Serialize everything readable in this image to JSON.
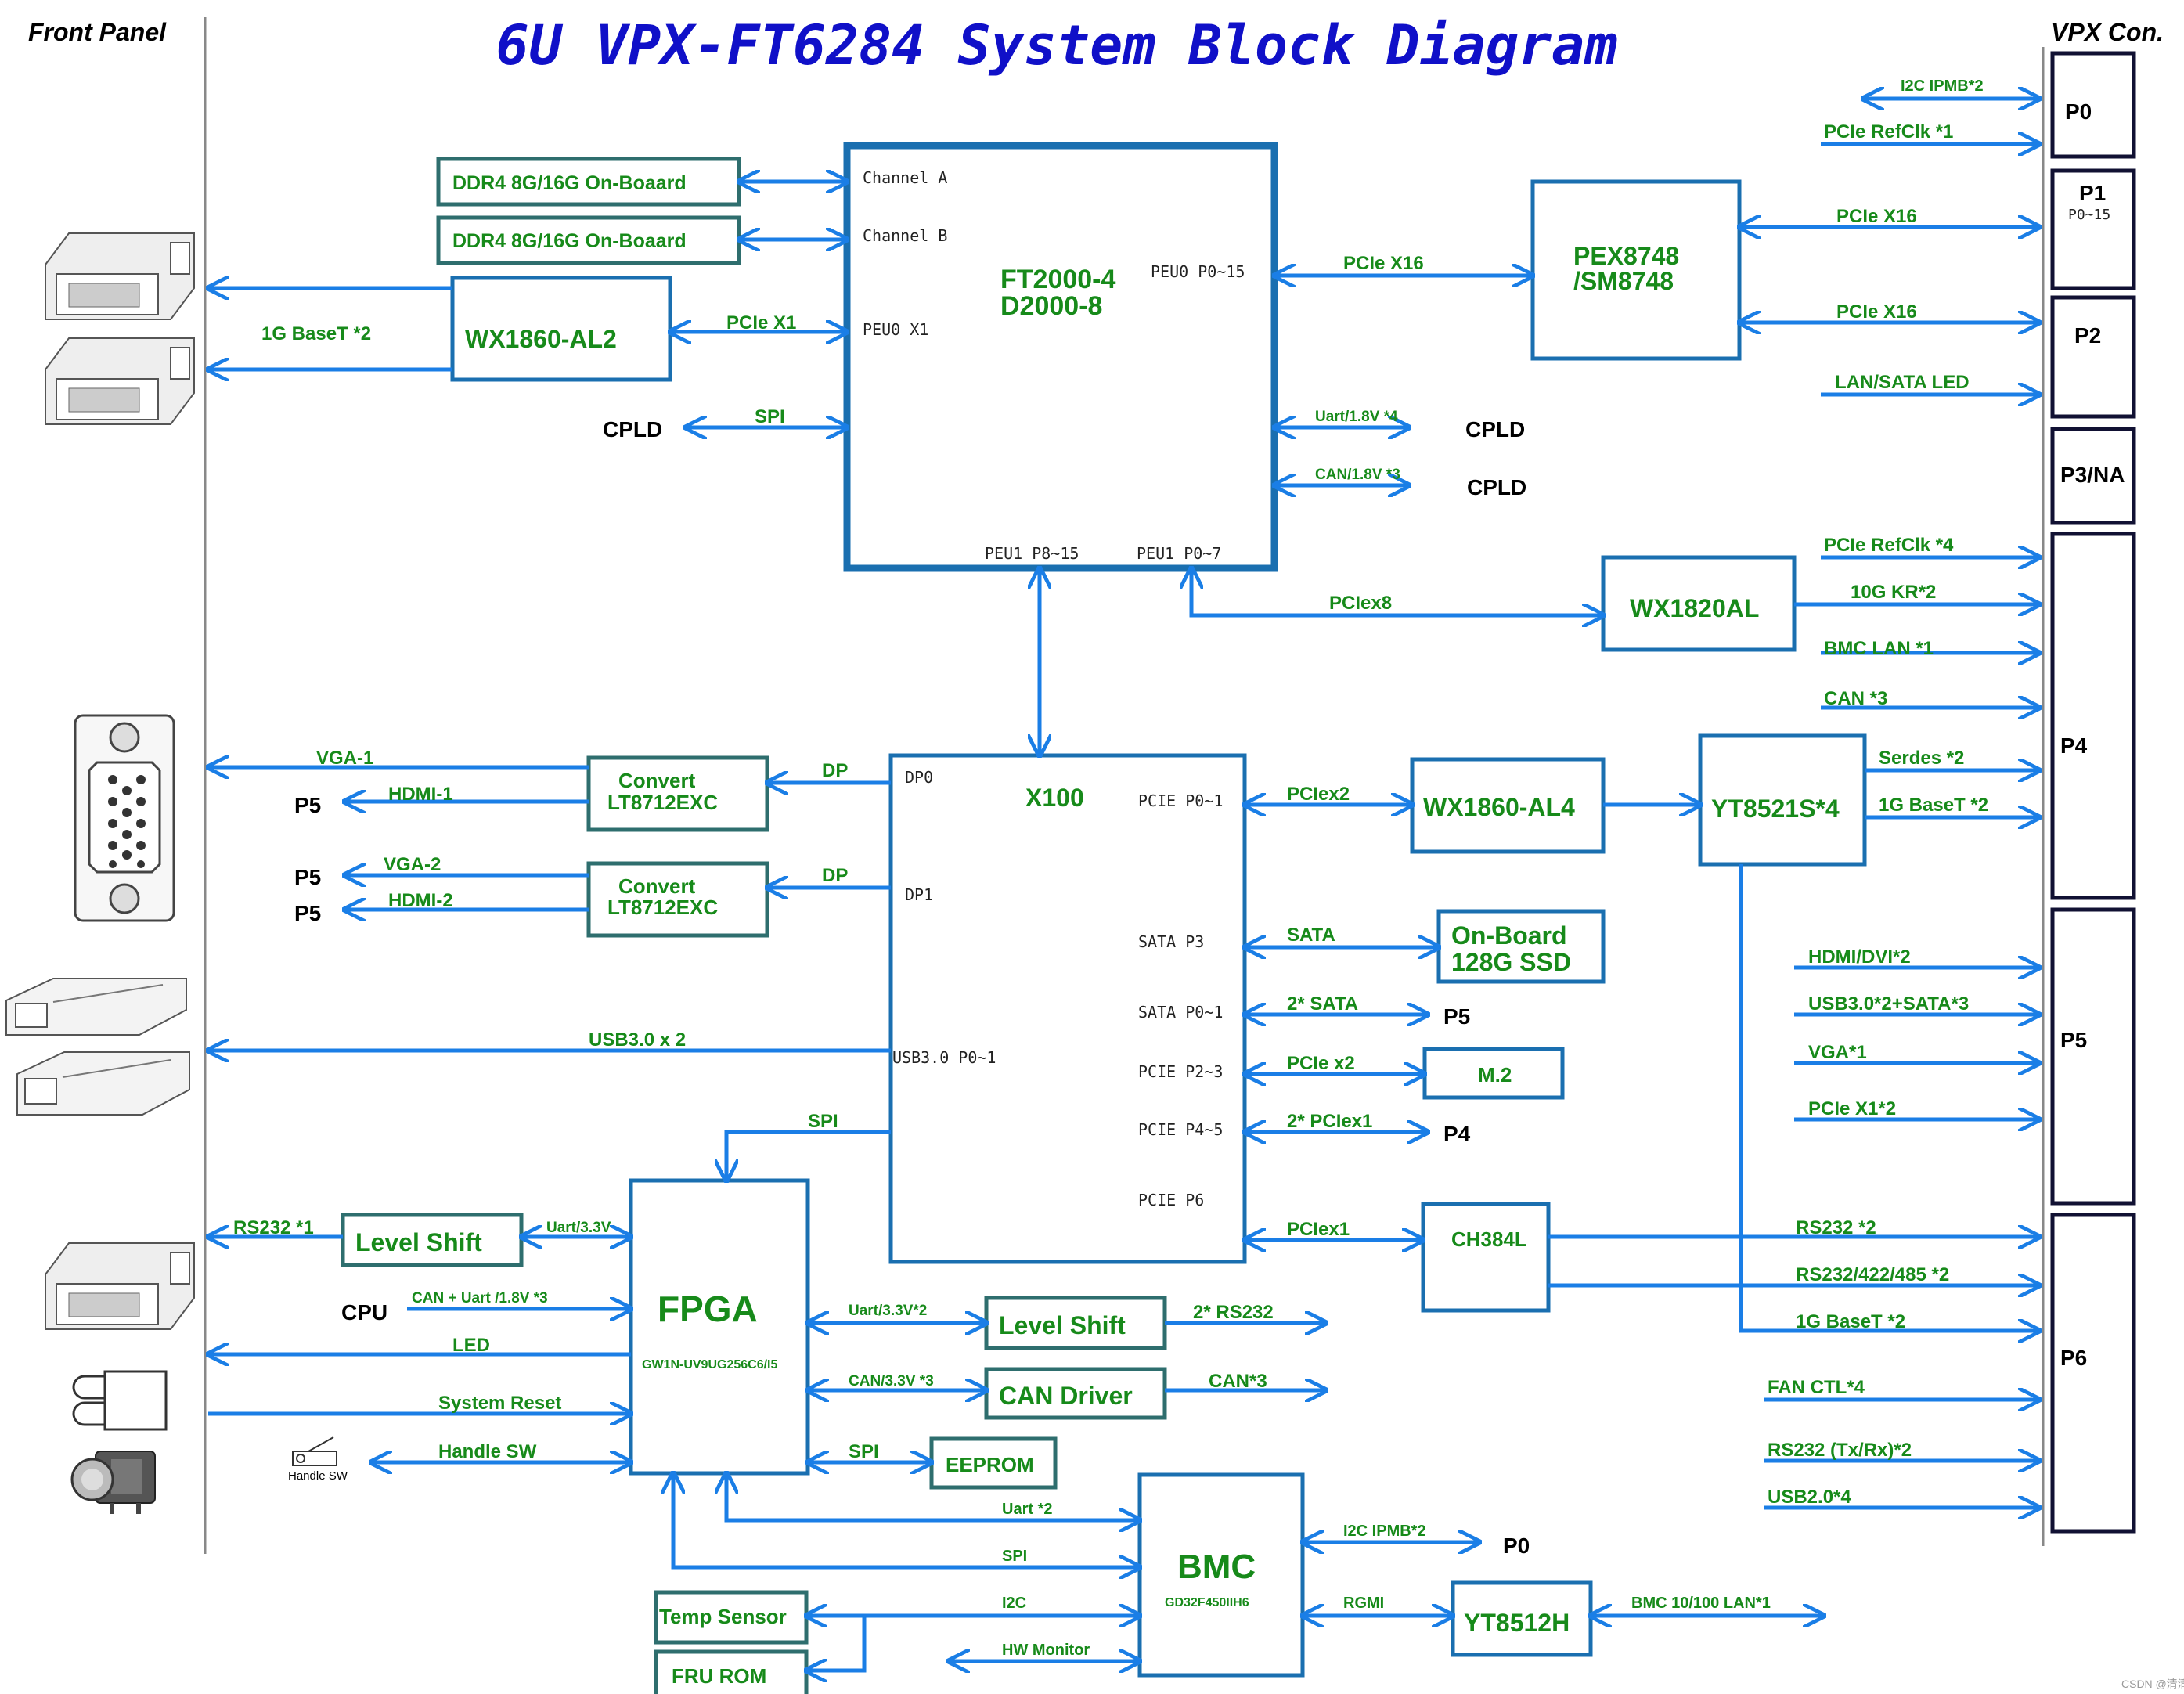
{
  "title": "6U VPX-FT6284 System Block Diagram",
  "front_panel_label": "Front Panel",
  "vpx_label": "VPX Con.",
  "watermark": "CSDN @清清",
  "colors": {
    "title": "#1010c8",
    "label_green": "#178a1a",
    "arrow_blue": "#1a7ee6",
    "box_blue": "#1a6fb0"
  },
  "connectors": {
    "p0": "P0",
    "p1": "P1",
    "p1_sub": "P0~15",
    "p2": "P2",
    "p3": "P3/NA",
    "p4": "P4",
    "p5": "P5",
    "p6": "P6"
  },
  "cpu": {
    "name": "FT2000-4",
    "name2": "D2000-8",
    "port_cha": "Channel A",
    "port_chb": "Channel B",
    "port_peu0": "PEU0 P0~15",
    "port_peu0x1": "PEU0  X1",
    "port_peu1a": "PEU1 P8~15",
    "port_peu1b": "PEU1 P0~7"
  },
  "ddr1": "DDR4 8G/16G On-Boaard",
  "ddr2": "DDR4 8G/16G On-Boaard",
  "wx1860al2": "WX1860-AL2",
  "pex": {
    "l1": "PEX8748",
    "l2": "/SM8748"
  },
  "wx1820": "WX1820AL",
  "x100": {
    "name": "X100",
    "dp0": "DP0",
    "dp1": "DP1",
    "pcie01": "PCIE P0~1",
    "sata3": "SATA P3",
    "sata01": "SATA P0~1",
    "pcie23": "PCIE P2~3",
    "pcie45": "PCIE P4~5",
    "pcie6": "PCIE P6",
    "usb": "USB3.0 P0~1"
  },
  "conv1": {
    "l1": "Convert",
    "l2": "LT8712EXC"
  },
  "conv2": {
    "l1": "Convert",
    "l2": "LT8712EXC"
  },
  "wx1860al4": "WX1860-AL4",
  "yt8521": "YT8521S*4",
  "ssd": {
    "l1": "On-Board",
    "l2": "128G SSD"
  },
  "m2": "M.2",
  "ch384": "CH384L",
  "fpga": {
    "name": "FPGA",
    "part": "GW1N-UV9UG256C6/I5"
  },
  "ls1": "Level Shift",
  "ls2": "Level Shift",
  "can_driver": "CAN Driver",
  "eeprom": "EEPROM",
  "bmc": {
    "name": "BMC",
    "part": "GD32F450IIH6"
  },
  "temp_sensor": "Temp Sensor",
  "fru_rom": "FRU ROM",
  "yt8512": "YT8512H",
  "handle_sw_icon": "Handle SW",
  "labels": {
    "i2c_ipmb2": "I2C IPMB*2",
    "pcie_refclk1": "PCIe RefClk *1",
    "pcie_x16_a": "PCIe X16",
    "pcie_x16_b": "PCIe X16",
    "pcie_x16_c": "PCIe X16",
    "lan_sata_led": "LAN/SATA LED",
    "pcie_x1": "PCIe X1",
    "basetx2_l": "1G BaseT *2",
    "spi_cpld": "SPI",
    "cpld_l": "CPLD",
    "uart18": "Uart/1.8V *4",
    "cpld_r1": "CPLD",
    "can18": "CAN/1.8V *3",
    "cpld_r2": "CPLD",
    "pciex8": "PCIex8",
    "refclk4": "PCIe RefClk *4",
    "kr2": "10G KR*2",
    "bmclan1": "BMC LAN *1",
    "can3": "CAN *3",
    "vga1": "VGA-1",
    "hdmi1": "HDMI-1",
    "p5a": "P5",
    "dp_a": "DP",
    "vga2": "VGA-2",
    "p5b": "P5",
    "hdmi2": "HDMI-2",
    "p5c": "P5",
    "dp_b": "DP",
    "pciex2": "PCIex2",
    "serdes2": "Serdes *2",
    "basetx2_r": "1G BaseT *2",
    "sata": "SATA",
    "sata2": "2* SATA",
    "p5d": "P5",
    "pcie_x2": "PCIe x2",
    "pciex1_2": "2* PCIex1",
    "p4": "P4",
    "usb3x2": "USB3.0 x 2",
    "spi_x100": "SPI",
    "hdmidvi2": "HDMI/DVI*2",
    "usbsata": "USB3.0*2+SATA*3",
    "vga_1": "VGA*1",
    "pcie_x1_2": "PCIe X1*2",
    "rs232_1": "RS232 *1",
    "uart33": "Uart/3.3V",
    "pciex1": "PCIex1",
    "rs232_2": "RS232 *2",
    "rs232_485": "RS232/422/485 *2",
    "cpu": "CPU",
    "can_uart": "CAN + Uart /1.8V *3",
    "uart33_2": "Uart/3.3V*2",
    "rs232_2b": "2* RS232",
    "basetx2_p6": "1G BaseT *2",
    "led": "LED",
    "can33": "CAN/3.3V *3",
    "can_3": "CAN*3",
    "fanctl": "FAN CTL*4",
    "sysreset": "System Reset",
    "handlesw": "Handle SW",
    "spi_ee": "SPI",
    "rs232txrx": "RS232 (Tx/Rx)*2",
    "usb20": "USB2.0*4",
    "uart2": "Uart *2",
    "i2c_ipmb2_b": "I2C IPMB*2",
    "p0": "P0",
    "spi_bmc": "SPI",
    "i2c": "I2C",
    "rgmi": "RGMI",
    "bmc_lan": "BMC 10/100  LAN*1",
    "hwmon": "HW Monitor"
  }
}
